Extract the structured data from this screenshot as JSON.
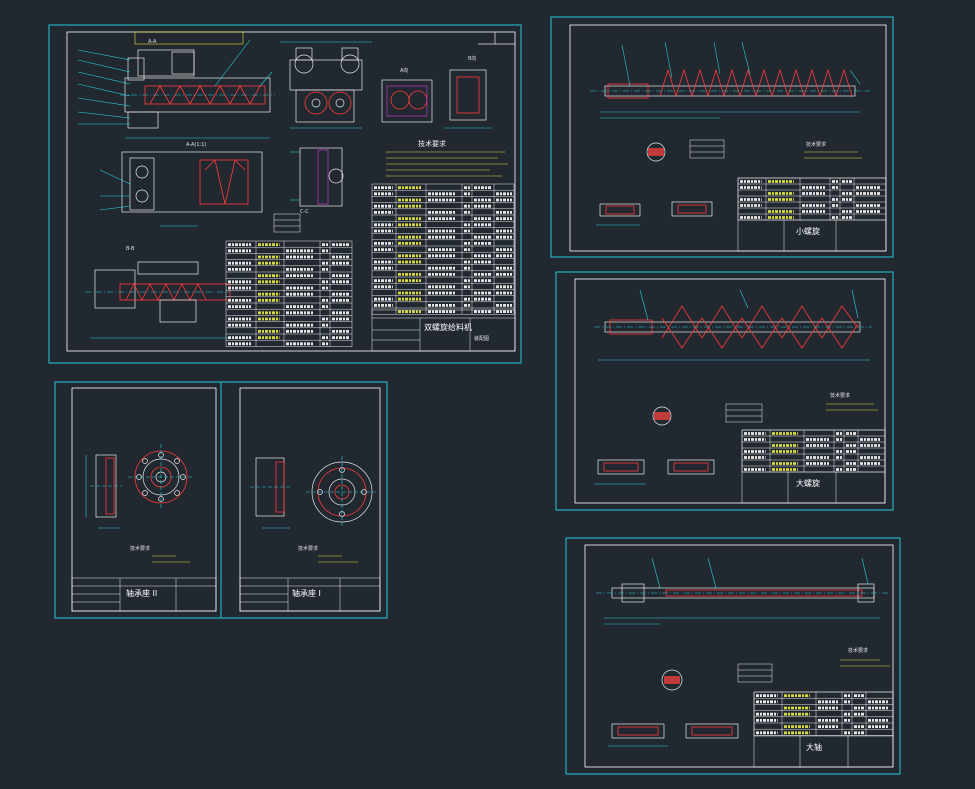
{
  "colors": {
    "background": "#212830",
    "sheet_border": "#22c8d8",
    "frame": "#ffffff",
    "part_outline": "#ff3a3a",
    "dimension": "#26d0de"
  },
  "sheets": [
    {
      "id": "assembly",
      "title": "双螺旋给料机",
      "subtitle": "装配图",
      "view_labels": [
        "A-A",
        "B-B",
        "C-C"
      ],
      "section_title": "技术要求"
    },
    {
      "id": "small-screw",
      "title": "小螺旋",
      "section_title": "技术要求"
    },
    {
      "id": "large-screw",
      "title": "大螺旋",
      "section_title": "技术要求"
    },
    {
      "id": "flange-2",
      "title": "轴承座 II",
      "section_title": "技术要求"
    },
    {
      "id": "flange-1",
      "title": "轴承座 I",
      "section_title": "技术要求"
    },
    {
      "id": "shaft",
      "title": "大轴",
      "section_title": "技术要求"
    }
  ]
}
